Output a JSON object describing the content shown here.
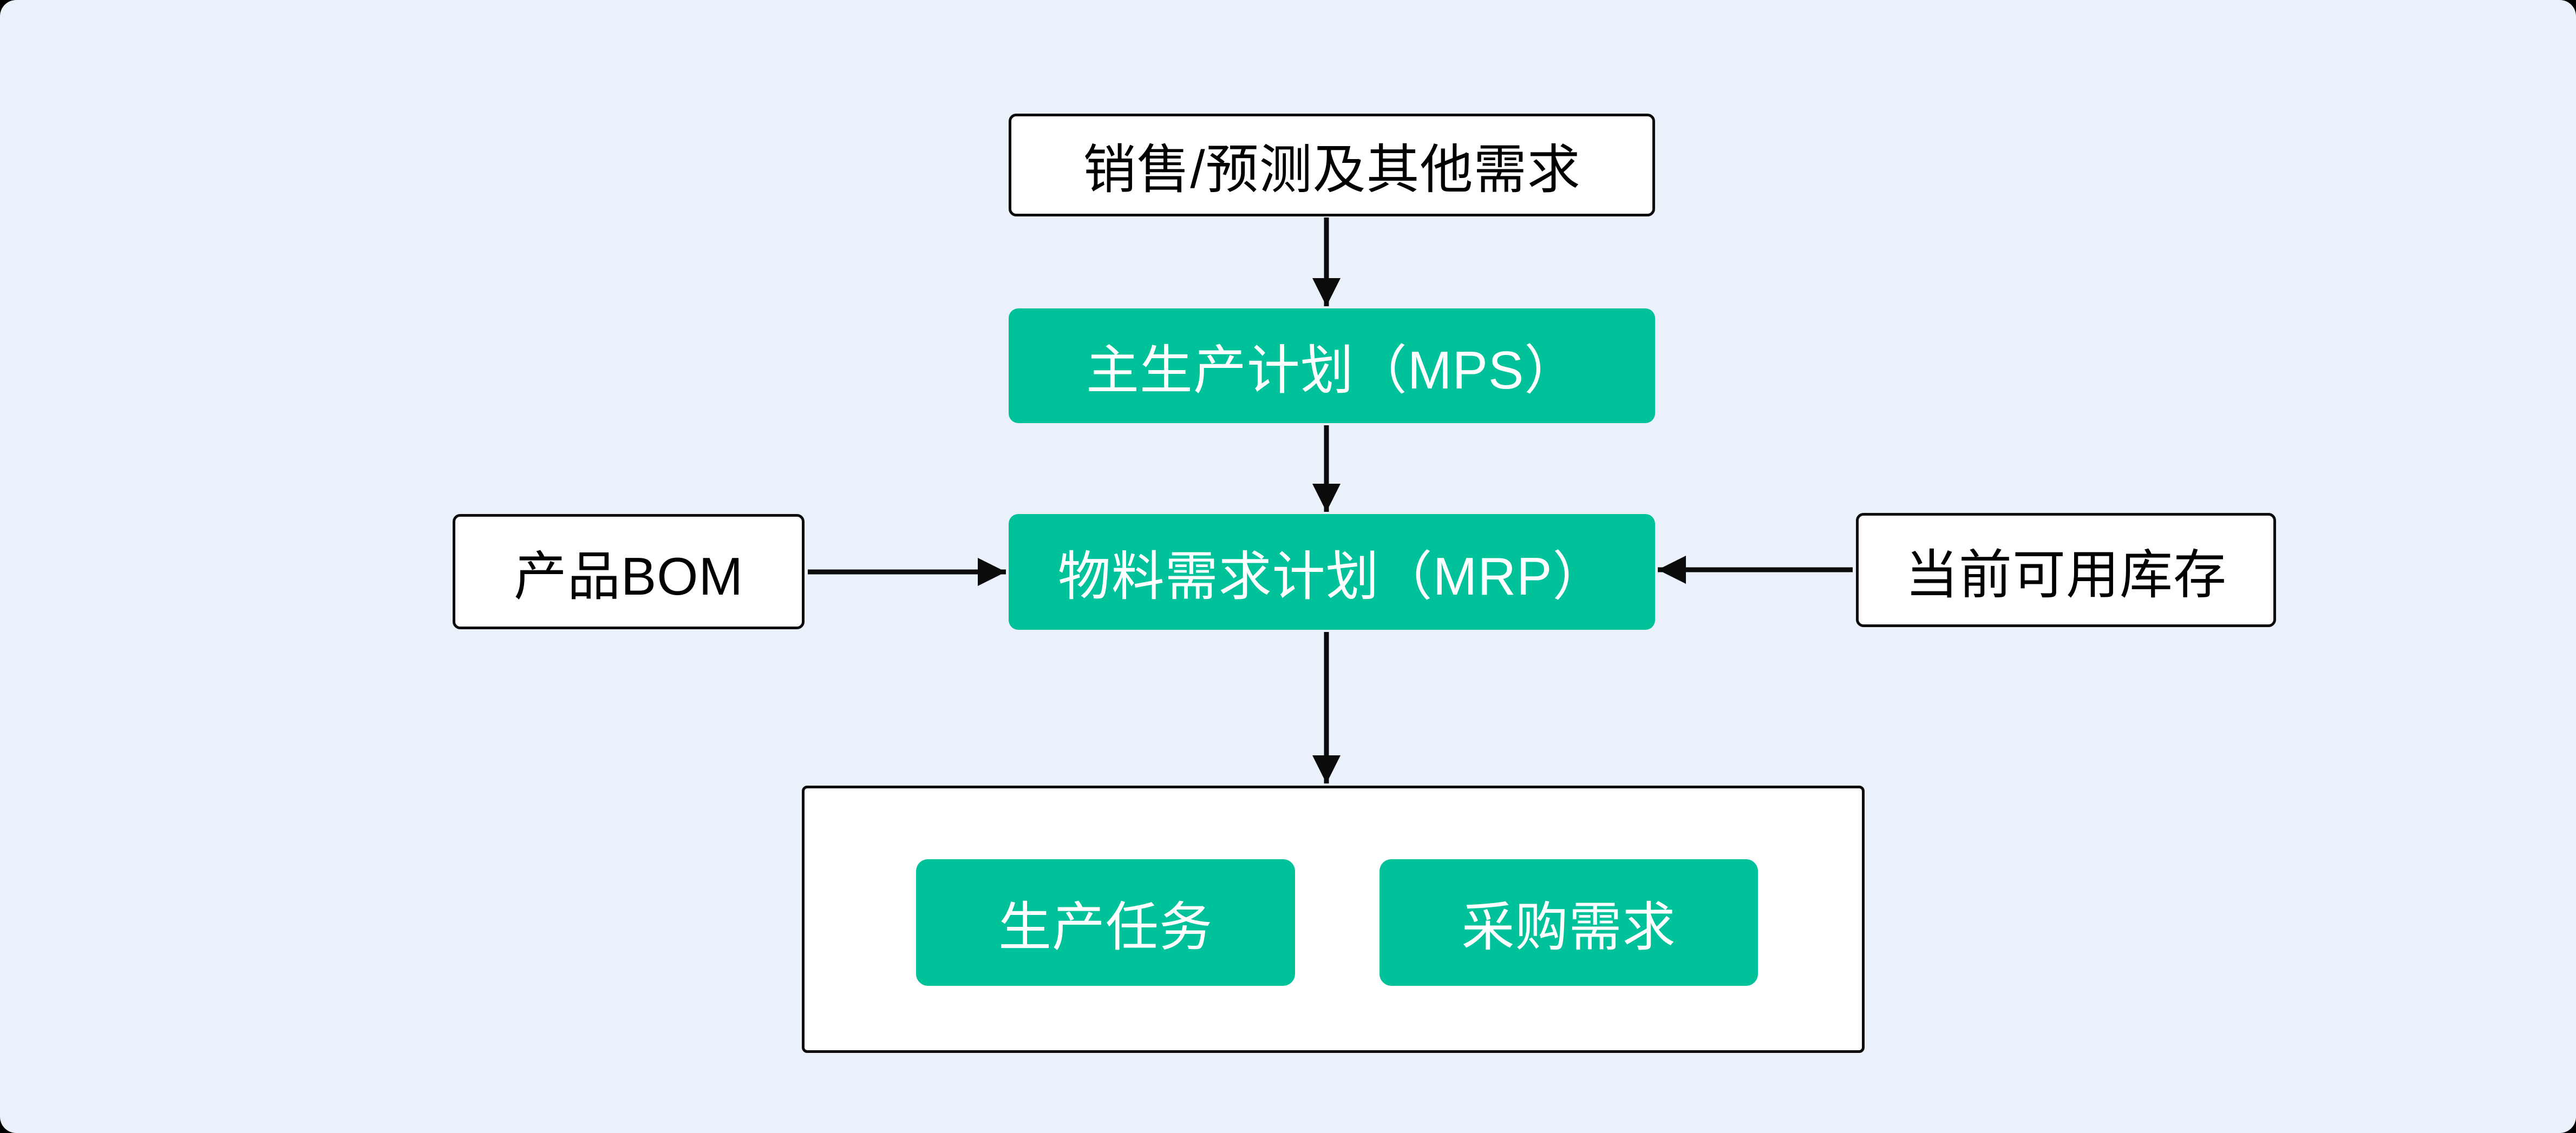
{
  "colors": {
    "canvas_background": "#EAF1FB",
    "accent_green": "#00C29A",
    "node_border": "#0B0B0B",
    "arrow": "#0B0B0B",
    "text_on_green": "#FFFFFF",
    "text_on_white": "#000000"
  },
  "diagram": {
    "nodes": {
      "sales_forecast": {
        "label": "销售/预测及其他需求"
      },
      "mps": {
        "label": "主生产计划（MPS）"
      },
      "mrp": {
        "label": "物料需求计划（MRP）"
      },
      "bom": {
        "label": "产品BOM"
      },
      "inventory": {
        "label": "当前可用库存"
      },
      "production_task": {
        "label": "生产任务"
      },
      "purchase_demand": {
        "label": "采购需求"
      }
    },
    "edges": [
      {
        "from": "sales_forecast",
        "to": "mps"
      },
      {
        "from": "mps",
        "to": "mrp"
      },
      {
        "from": "bom",
        "to": "mrp"
      },
      {
        "from": "inventory",
        "to": "mrp"
      },
      {
        "from": "mrp",
        "to": "outputs_group"
      }
    ]
  }
}
